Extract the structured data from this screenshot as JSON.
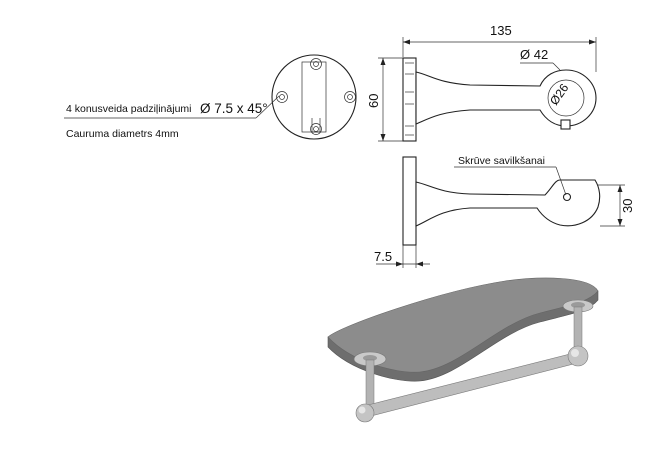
{
  "annotations": {
    "countersink_note": "4 konusveida padziļinājumi",
    "countersink_value": "Ø 7.5 x 45°",
    "hole_diameter_note": "Cauruma diametrs 4mm",
    "screw_note": "Skrūve savilkšanai"
  },
  "dimensions": {
    "overall_length": "135",
    "tube_outer": "Ø 42",
    "tube_inner": "Ø26",
    "flange_height": "60",
    "side_height": "30",
    "flange_thickness": "7.5"
  },
  "colors": {
    "line": "#222222",
    "shelf_top": "#8c8c8c",
    "shelf_side": "#6e6e6e",
    "metal": "#b8b8b8"
  }
}
